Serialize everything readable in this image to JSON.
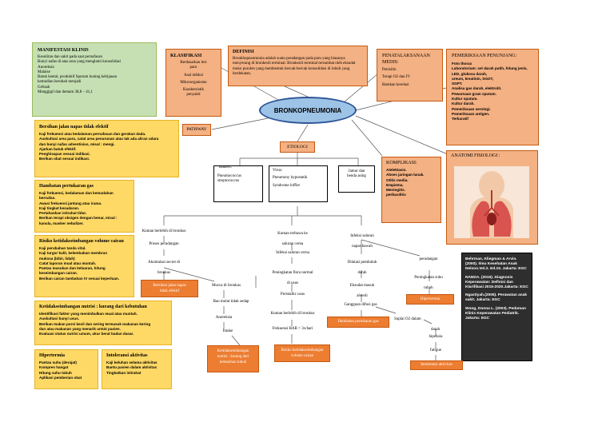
{
  "center": "BRONKOPNEUMONIA",
  "manifestasi": {
    "title": "MANIFESTASI KLINIS",
    "items": [
      "Kesulitan dan sakit pada saat pernafasan",
      "Bunyi nafas di atas area yang menglami konsolidasi",
      "Anoreksia",
      "Malaise",
      "Batuk kental, produktif Sputum kuning kehijauan",
      "kemudian berubah menjadi",
      "Gelisah",
      "Menggigil dan demam 38,8 – 41,1"
    ]
  },
  "klasifikasi": {
    "title": "KLASIFIKASI",
    "items": [
      "Berdasarkan lesi",
      "paru",
      "Asal infeksi",
      "Mikroorganisme",
      "Karakteristik",
      "penyakit"
    ]
  },
  "definisi": {
    "title": "DEFINISI",
    "text": "Bronkhopneumonia adalah suatu peradangan pada paru yang biasanya menyerang di bronkeoli terminal. Bronkeoli terminal tersumbat oleh eksudat muko purulen yang membentuk bercak-bercak konsolidasi di lobuli yang berdekatan."
  },
  "penatalaksanaan": {
    "title": "PENATALAKSANAAN MEDIS:",
    "items": [
      "Penisilin",
      "Terapi O2 dan IV",
      "Batukan kerelasi"
    ]
  },
  "pemeriksaan": {
    "title": "PEMERIKSAAN PENUNJANG:",
    "items": [
      "Foto thorax",
      "Laboratorium: sel darah putih, hitung jenis, LED, glukosa darah,",
      "ureum, kreatinin, SGOT,",
      "SGPT.",
      "Analisa gas darah, elektrolit.",
      "Pewarnaan gram sputum.",
      "Kultur sputum.",
      "Kultur darah.",
      "Pemeriksaan serologi.",
      "Pemeriksaan antigen.",
      "Terkuratif"
    ]
  },
  "pathway": "PATHWAY",
  "etiologi": "ETIOLOGI",
  "bakteri": {
    "label": "Bakteri:",
    "items": [
      "Pneumococcus",
      "streptococcus"
    ]
  },
  "virus": {
    "label": "Virus:",
    "items": [
      "Pneumony hypostatik",
      "Syndrome loffler"
    ]
  },
  "jamur": [
    "Jamur dan",
    "benda asing"
  ],
  "komplikasi": {
    "title": "KOMPLIKASI:",
    "items": [
      "Atelektasis.",
      "Abses jaringan lunak.",
      "Otitis media.",
      "Empiema.",
      "Meningitis.",
      "perikarditis"
    ]
  },
  "anatomi": {
    "title": "ANATOMI FISIOLOGI :"
  },
  "bersihan": {
    "title": "Bersihan jalan napas tidak efektif",
    "items": [
      "Kaji frekuensi atau kedalaman pernafasan dan gerakan dada.",
      "Auskultasi area paru, catat area penurunan atau tak ada aliran udara",
      "dan bunyi nafas adventisius, misal : mengi.",
      "Ajarkan batuk efektif.",
      "Penghisapan sesuai indikasi.",
      "Berikan obat sesuai indikasi."
    ]
  },
  "pertukaran": {
    "title": "Hambatan pertukaran gas",
    "items": [
      "Kaji frekuensi, kedalaman dan kemudahan bernafas.",
      "Awasi frekuensi jantung atau irama.",
      "Kaji tingkat kesadaran.",
      "Pertahankan istirahat tidur.",
      "Berikan terapi oksigen dengan benar, misal : kanula, masker nebulizer."
    ]
  },
  "risiko_cairan": {
    "title": "Risiko ketidakseimbangan volume cairan",
    "items": [
      "Kaji perubahan tanda vital.",
      "Kaji turgor kulit, kelembaban membran",
      "mukosa (bibir, lidah)",
      "Catat laporan mual atau muntah.",
      "Pantau masukan dan keluaran, hitung",
      "keseimbangan cairan.",
      "Berikan cairan tambahan IV sesuai keperluan."
    ]
  },
  "nutrisi": {
    "title": "Ketidakseimbangan nutrisi : kurang dari kebutuhan",
    "items": [
      "Identifikasi faktor yang menimbulkan mual atau muntah.",
      "Auskultasi bunyi usus.",
      "Berikan makan porsi kecil dan sering termasuk makanan kering",
      "dan atau makanan yang menarik untuk pasien.",
      "Evaluasi status nutrisi umum, ukur berat badan dasar."
    ]
  },
  "hipertermia_box": {
    "title": "Hipertermia",
    "items": [
      "Pantau suhu (derajat)",
      "Kompres hangat",
      "Hitung suhu tubuh",
      "Aplikasi pemberian obat"
    ]
  },
  "intoleransi_box": {
    "title": "Intoleransi aktivitas",
    "items": [
      "Kaji keluhan selama aktivitas",
      "Bantu pasien dalam aktivitas",
      "Tingkatkan istirahat"
    ]
  },
  "flow": {
    "col1": {
      "a": [
        "Kuman berlebih di bronkus"
      ],
      "b": [
        "Proses peradangan"
      ],
      "c": [
        "Akumulasi secret di",
        "bronkus"
      ],
      "d": [
        "Bersihan jalan napas",
        "tidak efektif"
      ],
      "e": [
        "Mucus di bronkus"
      ],
      "f": [
        "Bau mulut tidak sedap"
      ],
      "g": [
        "Anoreksia"
      ],
      "h": [
        "Intake"
      ],
      "i": [
        "Ketidakseimbangan",
        "nutrisi : kurang dari",
        "kebutuhan tubuh"
      ]
    },
    "col2": {
      "a": [
        "Kuman terbawa ke",
        "saluran cerna"
      ],
      "b": [
        "Infeksi saluran cerna"
      ],
      "c": [
        "Peningkatan flora normal",
        "di usus"
      ],
      "d": [
        "Peristaltic usus"
      ],
      "e": [
        "Kuman berlebih di bronkus"
      ],
      "f": [
        "Frekuensi BAB > 3x/hari"
      ],
      "g": [
        "Risiko ketidakseimbangan",
        "volume cairan"
      ]
    },
    "col3": {
      "a": [
        "Infeksi saluran",
        "napas bawah"
      ],
      "b": [
        "Dilatasi pembuluh",
        "darah"
      ],
      "c": [
        "Eksudat masuk",
        "alveoli"
      ],
      "d": [
        "Gangguan difusi gas"
      ],
      "e": [
        "Hambatan pertukaran gas"
      ],
      "f": [
        "peradangan"
      ],
      "g": [
        "Peningkatan suhu",
        "tubuh"
      ],
      "h": [
        "Hipertermia"
      ],
      "i": [
        "Suplai O2 dalam",
        "darah"
      ],
      "j": [
        "hipoksia"
      ],
      "k": [
        "fatigue"
      ],
      "l": [
        "Intoleransi aktivitas"
      ]
    }
  },
  "references": [
    "Behrman, Kliegman & Arvin. (2000). Ilmu Kesehatan Anak Nelson.Vol.2. Ed.15. Jakarta: EGC",
    "NANDA. (2015). Diagnosis Keperawatan: Definisi dan Klarifikasi 2015-2020.Jakarta: EGC",
    "Ngastiyah.(2005). Perawatan anak sakit. Jakarta: EGC",
    "Wong, Donna L. (2003). Pedoman Klinis Keperawatan Pediatrik. Jakarta: EGC"
  ]
}
